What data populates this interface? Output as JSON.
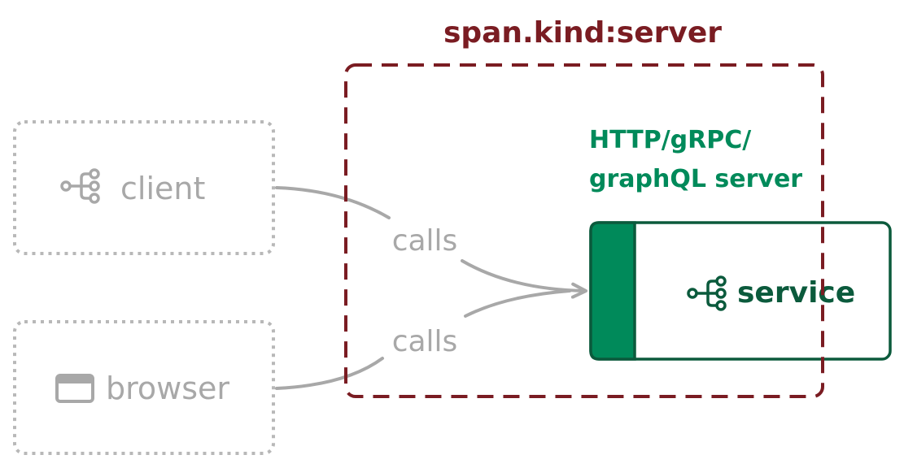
{
  "diagram": {
    "region": {
      "label": "span.kind:server",
      "color": "#7a1c22"
    },
    "nodes": {
      "client": {
        "label": "client",
        "icon": "tree-branch-icon",
        "color": "#a8a8a8"
      },
      "browser": {
        "label": "browser",
        "icon": "browser-window-icon",
        "color": "#a8a8a8"
      },
      "service": {
        "label": "service",
        "icon": "tree-branch-icon",
        "color": "#0b5a3c",
        "accent": "#008a5a"
      }
    },
    "protocol": {
      "line1": "HTTP/gRPC/",
      "line2": "graphQL server",
      "color": "#008a5a"
    },
    "edges": [
      {
        "from": "client",
        "to": "service",
        "label": "calls"
      },
      {
        "from": "browser",
        "to": "service",
        "label": "calls"
      }
    ]
  }
}
